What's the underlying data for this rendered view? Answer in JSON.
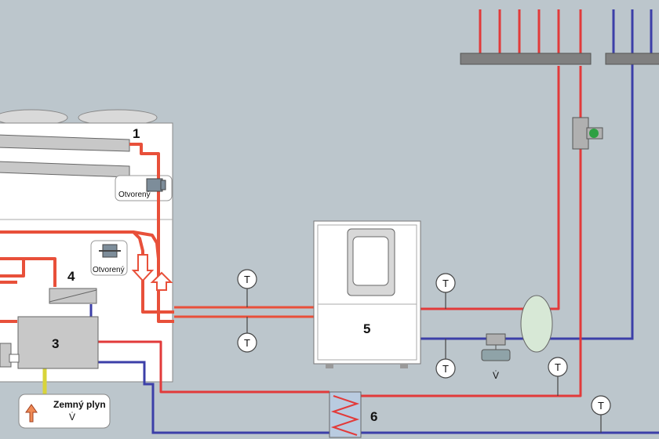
{
  "labels": {
    "component_1": "1",
    "component_3": "3",
    "component_4": "4",
    "component_5": "5",
    "component_6": "6",
    "valve_state_upper": "Otvorený",
    "valve_state_lower": "Otvorený",
    "gas_label": "Zemný plyn",
    "flow_symbol_gas": "V̇",
    "flow_symbol_meter": "V̇",
    "temp_sensor": "T"
  },
  "colors": {
    "background": "#bcc6cc",
    "hot_pipe": "#e8503a",
    "hot_thin": "#e23a3a",
    "cold_pipe": "#3c3fa8",
    "gas_pipe": "#d8d43a",
    "unit_panel": "#ffffff",
    "component_grey": "#c8c8c8"
  }
}
